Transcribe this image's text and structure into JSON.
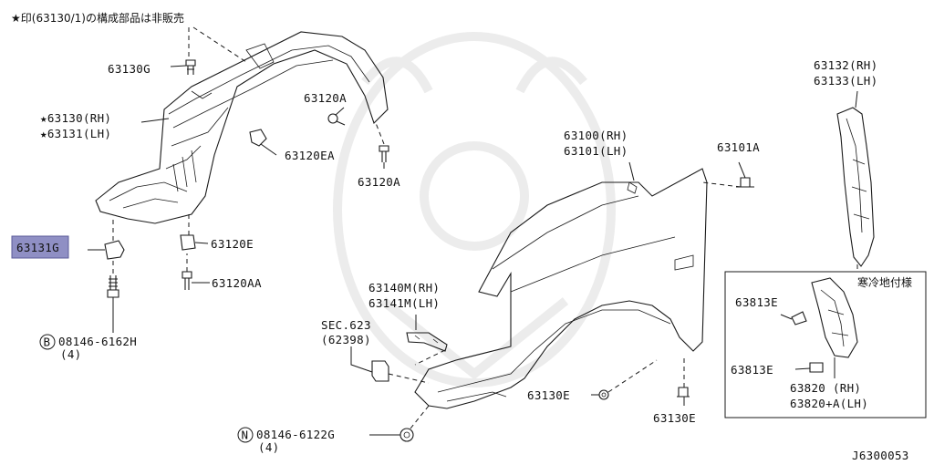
{
  "note_top": "★印(63130/1)の構成部品は非販売",
  "labels": {
    "p63130G": "63130G",
    "p63130": "★63130(RH)",
    "p63131": "★63131(LH)",
    "p63131G": "63131G",
    "p63120A_top": "63120A",
    "p63120EA": "63120EA",
    "p63120A_bot": "63120A",
    "p63120E": "63120E",
    "p63120AA": "63120AA",
    "bolt_b_num": "08146-6162H",
    "bolt_b_qty": "(4)",
    "p63100": "63100(RH)",
    "p63101": "63101(LH)",
    "p63101A": "63101A",
    "p63140M": "63140M(RH)",
    "p63141M": "63141M(LH)",
    "sec623": "SEC.623",
    "p62398": "(62398)",
    "p63130E_left": "63130E",
    "p63130E_right": "63130E",
    "nut_n_num": "08146-6122G",
    "nut_n_qty": "(4)",
    "p63132": "63132(RH)",
    "p63133": "63133(LH)",
    "cold_region": "寒冷地付様",
    "p63813E_top": "63813E",
    "p63813E_bot": "63813E",
    "p63820": "63820  (RH)",
    "p63820A": "63820+A(LH)",
    "diagram_id": "J6300053"
  },
  "circled": {
    "b": "B",
    "n": "N"
  },
  "highlight_color": "#8f8fc4"
}
